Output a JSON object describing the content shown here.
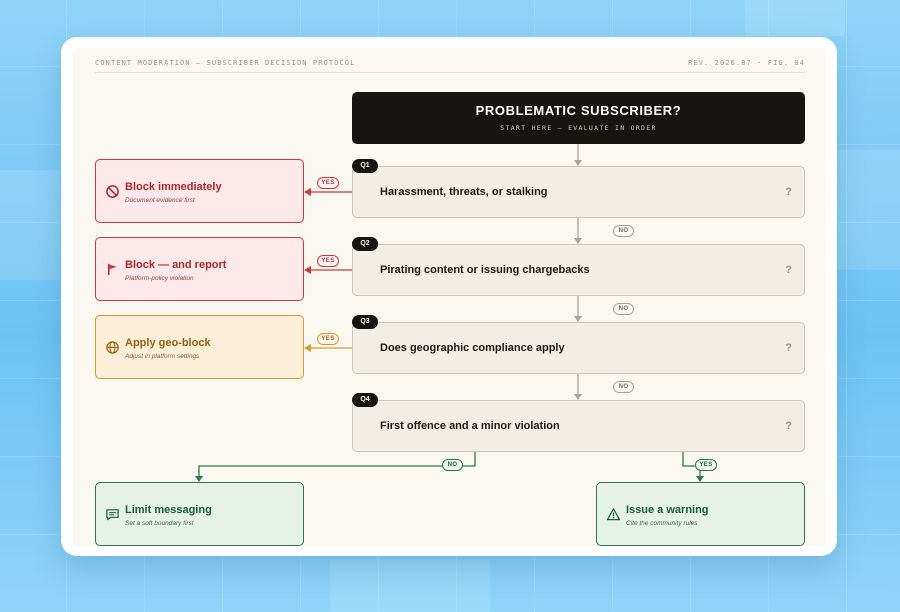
{
  "header": {
    "left": "CONTENT MODERATION — SUBSCRIBER DECISION PROTOCOL",
    "right": "REV. 2026.07 · FIG. 04"
  },
  "start": {
    "title": "PROBLEMATIC SUBSCRIBER?",
    "subtitle": "START HERE — EVALUATE IN ORDER"
  },
  "questions": [
    {
      "tag": "Q1",
      "text": "Harassment, threats, or stalking",
      "mark": "?"
    },
    {
      "tag": "Q2",
      "text": "Pirating content or issuing chargebacks",
      "mark": "?"
    },
    {
      "tag": "Q3",
      "text": "Does geographic compliance apply",
      "mark": "?"
    },
    {
      "tag": "Q4",
      "text": "First offence and a minor violation",
      "mark": "?"
    }
  ],
  "outcomes": [
    {
      "title": "Block immediately",
      "subtitle": "Document evidence first",
      "icon": "block-icon",
      "color": "#cb3a3a"
    },
    {
      "title": "Block — and report",
      "subtitle": "Platform-policy violation",
      "icon": "flag-icon",
      "color": "#cb3a3a"
    },
    {
      "title": "Apply geo-block",
      "subtitle": "Adjust in platform settings",
      "icon": "globe-icon",
      "color": "#d69a2c"
    },
    {
      "title": "Limit messaging",
      "subtitle": "Set a soft boundary first",
      "icon": "message-icon",
      "color": "#2c7a4c"
    },
    {
      "title": "Issue a warning",
      "subtitle": "Cite the community rules",
      "icon": "warning-icon",
      "color": "#2c7a4c"
    }
  ],
  "labels": {
    "yes": "YES",
    "no": "NO"
  }
}
